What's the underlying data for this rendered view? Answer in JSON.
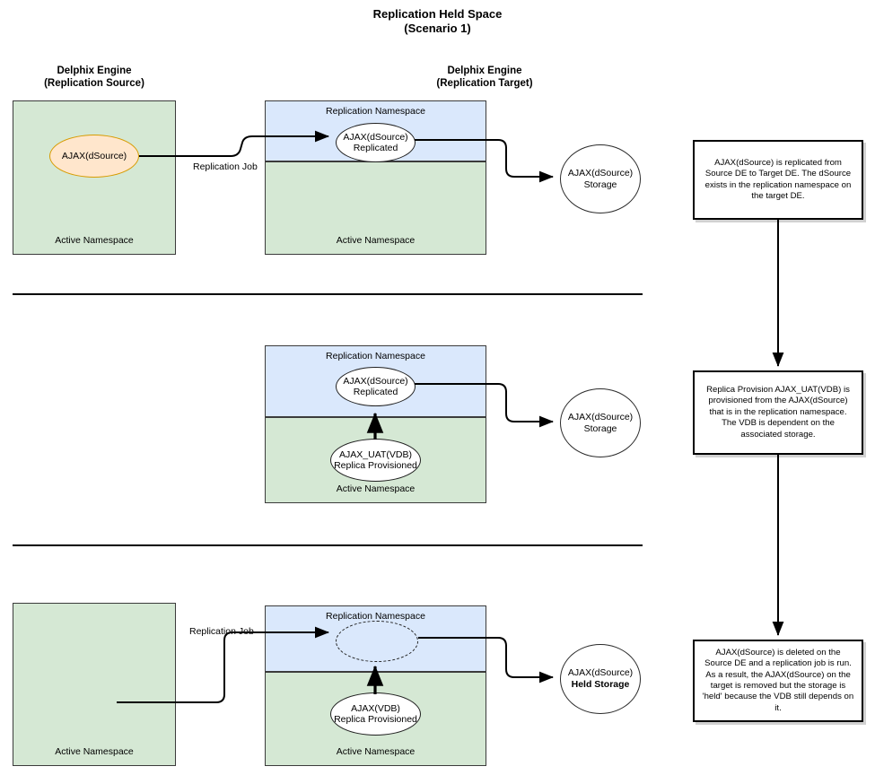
{
  "title": "Replication Held Space\n(Scenario 1)",
  "colors": {
    "active_namespace_fill": "#d5e8d4",
    "replication_namespace_fill": "#dae8fc",
    "dsource_fill": "#ffe6cc",
    "dsource_stroke": "#d79b00",
    "box_stroke": "#3b3b3b",
    "line": "#000000",
    "note_fill": "#ffffff"
  },
  "headers": {
    "source": "Delphix Engine\n(Replication Source)",
    "target": "Delphix Engine\n(Replication Target)"
  },
  "labels": {
    "active_namespace": "Active Namespace",
    "replication_namespace": "Replication Namespace",
    "replication_job": "Replication Job"
  },
  "rows": [
    {
      "id": "row-1",
      "source_ellipse": "AJAX(dSource)",
      "replication_job": "Replication Job",
      "target_replication_namespace": "Replication Namespace",
      "target_ellipse": "AJAX(dSource)\nReplicated",
      "target_active_namespace": "Active Namespace",
      "source_active_namespace": "Active Namespace",
      "storage_line1": "AJAX(dSource)",
      "storage_line2": "Storage",
      "storage_line2_bold": false,
      "note": "AJAX(dSource) is replicated from Source DE to Target DE.  The dSource exists in the replication namespace on the target DE."
    },
    {
      "id": "row-2",
      "target_replication_namespace": "Replication Namespace",
      "target_ellipse": "AJAX(dSource)\nReplicated",
      "vdb_ellipse": "AJAX_UAT(VDB)\nReplica Provisioned",
      "target_active_namespace": "Active Namespace",
      "storage_line1": "AJAX(dSource)",
      "storage_line2": "Storage",
      "storage_line2_bold": false,
      "note": "Replica Provision AJAX_UAT(VDB) is provisioned from the AJAX(dSource) that is in the replication namespace.  The VDB is dependent on the associated storage."
    },
    {
      "id": "row-3",
      "replication_job": "Replication Job",
      "source_active_namespace": "Active Namespace",
      "target_replication_namespace": "Replication Namespace",
      "target_ellipse": "",
      "vdb_ellipse": "AJAX(VDB)\nReplica Provisioned",
      "target_active_namespace": "Active Namespace",
      "storage_line1": "AJAX(dSource)",
      "storage_line2": "Held Storage",
      "storage_line2_bold": true,
      "note": "AJAX(dSource) is deleted on the Source DE and a replication job is run.  As a result, the AJAX(dSource) on the target is removed but the storage is 'held' because the VDB still depends on it."
    }
  ]
}
